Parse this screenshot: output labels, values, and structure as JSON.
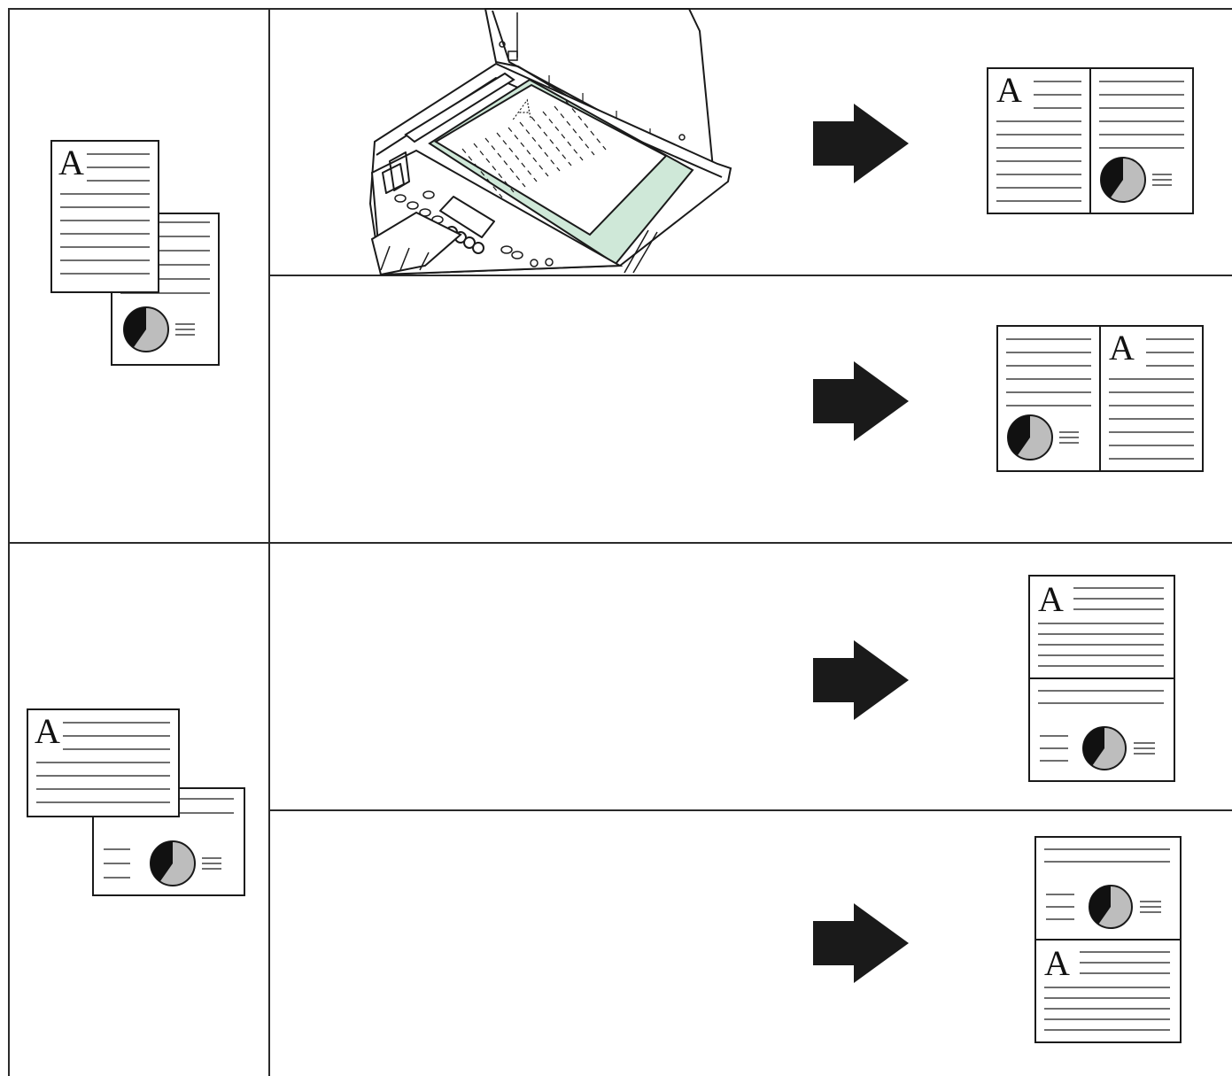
{
  "figure": {
    "letter": "A",
    "colors": {
      "outline": "#1a1a1a",
      "text_line": "#6e6e6e",
      "glass_highlight": "#cfe8d8",
      "pie_fill": "#bdbdbd",
      "pie_slice": "#111111",
      "arrow": "#1a1a1a",
      "frame": "#2a2a2a"
    },
    "icons": {
      "original": "document-icon",
      "scanner": "flatbed-scanner-icon",
      "arrow": "arrow-right-icon",
      "result": "combined-copy-icon",
      "chart": "pie-chart-icon"
    },
    "groups": [
      {
        "original_orientation": "portrait",
        "rows": [
          {
            "scan_orientation": "portrait-top",
            "result_layout": "left-right"
          },
          {
            "scan_orientation": "portrait-bottom",
            "result_layout": "right-left"
          }
        ]
      },
      {
        "original_orientation": "landscape",
        "rows": [
          {
            "scan_orientation": "landscape-right",
            "result_layout": "top-bottom"
          },
          {
            "scan_orientation": "landscape-left",
            "result_layout": "bottom-top"
          }
        ]
      }
    ]
  }
}
